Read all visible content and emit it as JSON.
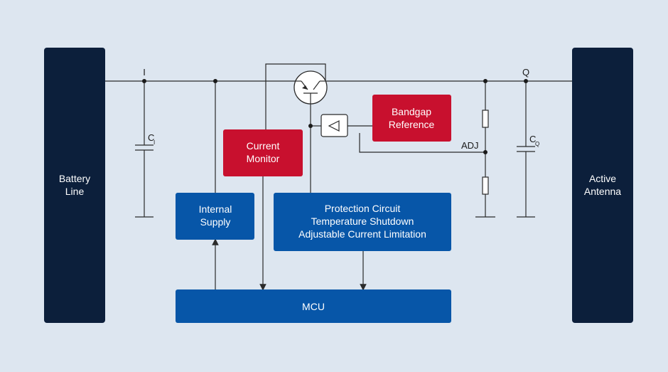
{
  "blocks": {
    "battery": [
      "Battery",
      "Line"
    ],
    "antenna": [
      "Active",
      "Antenna"
    ],
    "current_monitor": [
      "Current",
      "Monitor"
    ],
    "internal_supply": [
      "Internal",
      "Supply"
    ],
    "bandgap": [
      "Bandgap",
      "Reference"
    ],
    "protection": [
      "Protection Circuit",
      "Temperature Shutdown",
      "Adjustable Current Limitation"
    ],
    "mcu": "MCU"
  },
  "pins": {
    "input": "I",
    "output": "Q",
    "adj": "ADJ",
    "cap_in": "C",
    "cap_in_sub": "I",
    "cap_out": "C",
    "cap_out_sub": "Q"
  },
  "colors": {
    "background": "#dde6f0",
    "navy": "#0c1f3b",
    "blue": "#0756a8",
    "red": "#c8102e"
  }
}
